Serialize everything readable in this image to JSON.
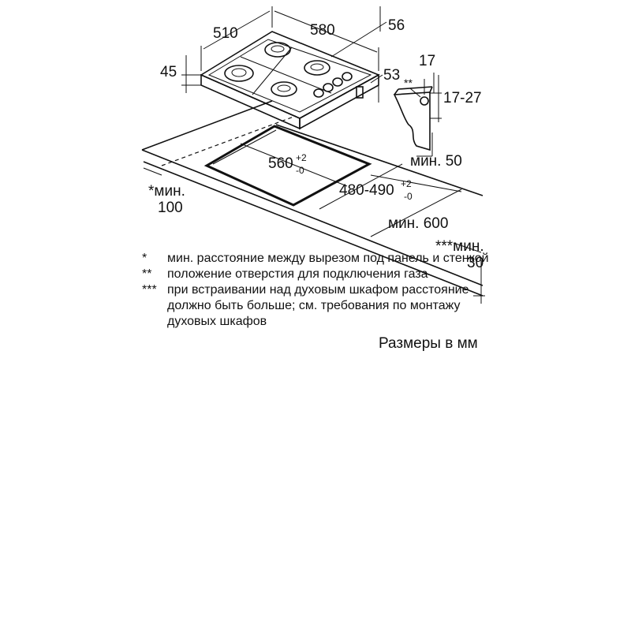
{
  "dimensions": {
    "hob_width": "510",
    "hob_depth": "580",
    "top_offset": "56",
    "height": "45",
    "side_offset": "53",
    "gas_17": "17",
    "gas_marker": "**",
    "gas_range": "17-27",
    "min_50": "мин. 50",
    "cutout_width": "560",
    "cutout_width_tol_plus": "+2",
    "cutout_width_tol_minus": "-0",
    "cutout_depth": "480-490",
    "cutout_depth_tol_plus": "+2",
    "cutout_depth_tol_minus": "-0",
    "wall_min_label": "*мин.",
    "wall_min_value": "100",
    "worktop_min": "мин. 600",
    "oven_min_label": "***мин.",
    "oven_min_value": "30"
  },
  "notes": [
    {
      "mark": "*",
      "text": "мин. расстояние между вырезом под панель и стенкой"
    },
    {
      "mark": "**",
      "text": "положение отверстия для подключения газа"
    },
    {
      "mark": "***",
      "text": "при встраивании над духовым шкафом расстояние должно быть больше; см. требования по монтажу духовых шкафов"
    }
  ],
  "units_label": "Размеры в мм"
}
